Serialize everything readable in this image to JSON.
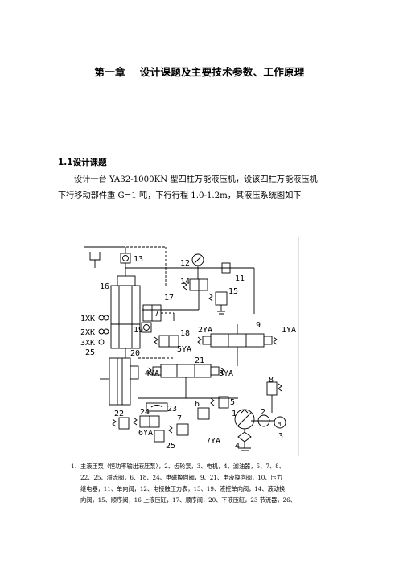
{
  "chapter": {
    "number": "第一章",
    "title": "设计课题及主要技术参数、工作原理"
  },
  "section": {
    "title": "1.1设计课题"
  },
  "body": {
    "paragraph_line1": "设计一台 YA32-1000KN 型四柱万能液压机，设该四柱万能液压机",
    "paragraph_line2": "下行移动部件重 G=1 吨，下行行程 1.0-1.2m，其液压系统图如下"
  },
  "figure": {
    "labels": {
      "l13": "13",
      "l12": "12",
      "l11": "11",
      "l14": "14",
      "l15": "15",
      "l16": "16",
      "l17": "17",
      "l19": "19",
      "l18": "18",
      "l9": "9",
      "l2YA": "2YA",
      "l1YA": "1YA",
      "l5YA": "5YA",
      "l20": "20",
      "l21": "21",
      "l4YA": "4YA",
      "l3YA": "3YA",
      "l8": "8",
      "l5": "5",
      "l23": "23",
      "l24": "24",
      "l22": "22",
      "l6": "6",
      "l6YA": "6YA",
      "l7": "7",
      "l7YA": "7YA",
      "l25b": "25",
      "l1": "1",
      "l2": "2",
      "l3": "3",
      "l4": "4",
      "lM": "M",
      "l1XK": "1XK",
      "l2XK": "2XK",
      "l3XK": "3XK",
      "l25": "25"
    }
  },
  "caption": {
    "number": "1、",
    "line1": "主液压泵（恒功率输出液压泵），2、齿轮泵，3、电机，4、滤油器，5、7、8、",
    "line2": "22、25、溢流阀，6、18、24、电磁换向阀，9、21、电液换向阀，10、压力",
    "line3": "继电器，11、单向阀，12、电接触压力表，13、19、液控单向阀，14、液动换",
    "line4": "向阀，15、顺序阀，16 上液压缸，17、顺序阀，20、下液压缸，23 节流器，26、"
  }
}
